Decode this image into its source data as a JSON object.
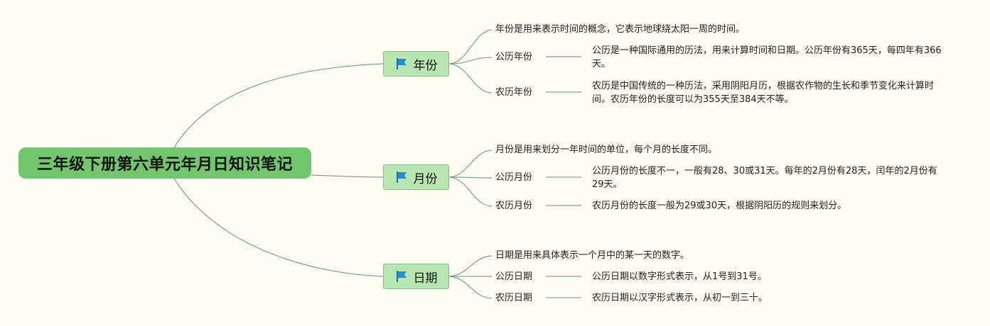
{
  "root": {
    "title": "三年级下册第六单元年月日知识笔记"
  },
  "colors": {
    "root_bg": "#72c66e",
    "branch_bg": "#b8e6b3",
    "branch_border": "#86c47f",
    "line": "#5c9b73",
    "flag": "#1f8fd8",
    "background": "#fdfbf2"
  },
  "branches": [
    {
      "label": "年份",
      "icon": "flag-icon",
      "summary": "年份是用来表示时间的概念，它表示地球绕太阳一周的时间。",
      "items": [
        {
          "label": "公历年份",
          "desc": "公历是一种国际通用的历法，用来计算时间和日期。公历年份有365天，每四年有366天。"
        },
        {
          "label": "农历年份",
          "desc": "农历是中国传统的一种历法，采用阴阳月历，根据农作物的生长和季节变化来计算时间。农历年份的长度可以为355天至384天不等。"
        }
      ]
    },
    {
      "label": "月份",
      "icon": "flag-icon",
      "summary": "月份是用来划分一年时间的单位，每个月的长度不同。",
      "items": [
        {
          "label": "公历月份",
          "desc": "公历月份的长度不一，一般有28、30或31天。每年的2月份有28天，闰年的2月份有29天。"
        },
        {
          "label": "农历月份",
          "desc": "农历月份的长度一般为29或30天，根据阴阳历的规则来划分。"
        }
      ]
    },
    {
      "label": "日期",
      "icon": "flag-icon",
      "summary": "日期是用来具体表示一个月中的某一天的数字。",
      "items": [
        {
          "label": "公历日期",
          "desc": "公历日期以数字形式表示，从1号到31号。"
        },
        {
          "label": "农历日期",
          "desc": "农历日期以汉字形式表示，从初一到三十。"
        }
      ]
    }
  ]
}
